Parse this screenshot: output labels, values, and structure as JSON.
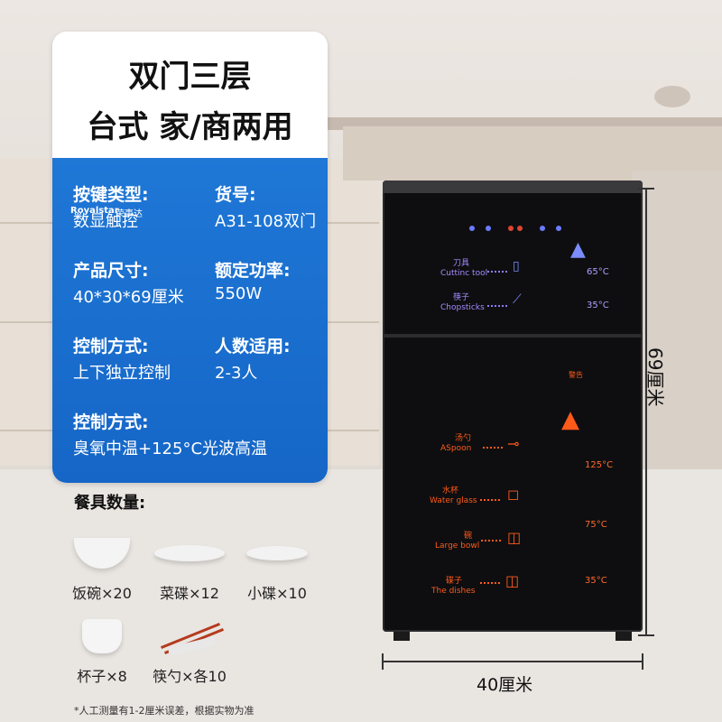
{
  "panel": {
    "title_line1": "双门三层",
    "title_line2": "台式  家/商两用",
    "specs": [
      {
        "label": "按键类型:",
        "value": "数显触控"
      },
      {
        "label": "货号:",
        "value": "A31-108双门"
      },
      {
        "label": "产品尺寸:",
        "value": "40*30*69厘米"
      },
      {
        "label": "额定功率:",
        "value": "550W"
      },
      {
        "label": "控制方式:",
        "value": "上下独立控制"
      },
      {
        "label": "人数适用:",
        "value": "2-3人"
      },
      {
        "label": "控制方式:",
        "value": "臭氧中温+125°C光波高温"
      }
    ]
  },
  "appliance": {
    "brand_en": "Royalstar",
    "brand_cn": "荣事达",
    "upper": {
      "items": [
        {
          "cn": "刀具",
          "en": "Cuttinc tool"
        },
        {
          "cn": "筷子",
          "en": "Chopsticks"
        }
      ],
      "temps": [
        "65°C",
        "35°C"
      ]
    },
    "lower": {
      "warning": "警告",
      "items": [
        {
          "cn": "汤勺",
          "en": "ASpoon"
        },
        {
          "cn": "水杯",
          "en": "Water glass"
        },
        {
          "cn": "碗",
          "en": "Large bowl"
        },
        {
          "cn": "碟子",
          "en": "The dishes"
        }
      ],
      "temps": [
        "125°C",
        "75°C",
        "35°C"
      ]
    }
  },
  "dimensions": {
    "height": "69厘米",
    "width": "40厘米"
  },
  "tableware": {
    "title": "餐具数量:",
    "items": [
      {
        "label": "饭碗×20"
      },
      {
        "label": "菜碟×12"
      },
      {
        "label": "小碟×10"
      },
      {
        "label": "杯子×8"
      },
      {
        "label": "筷勺×各10"
      }
    ]
  },
  "note": "*人工测量有1-2厘米误差，根据实物为准"
}
